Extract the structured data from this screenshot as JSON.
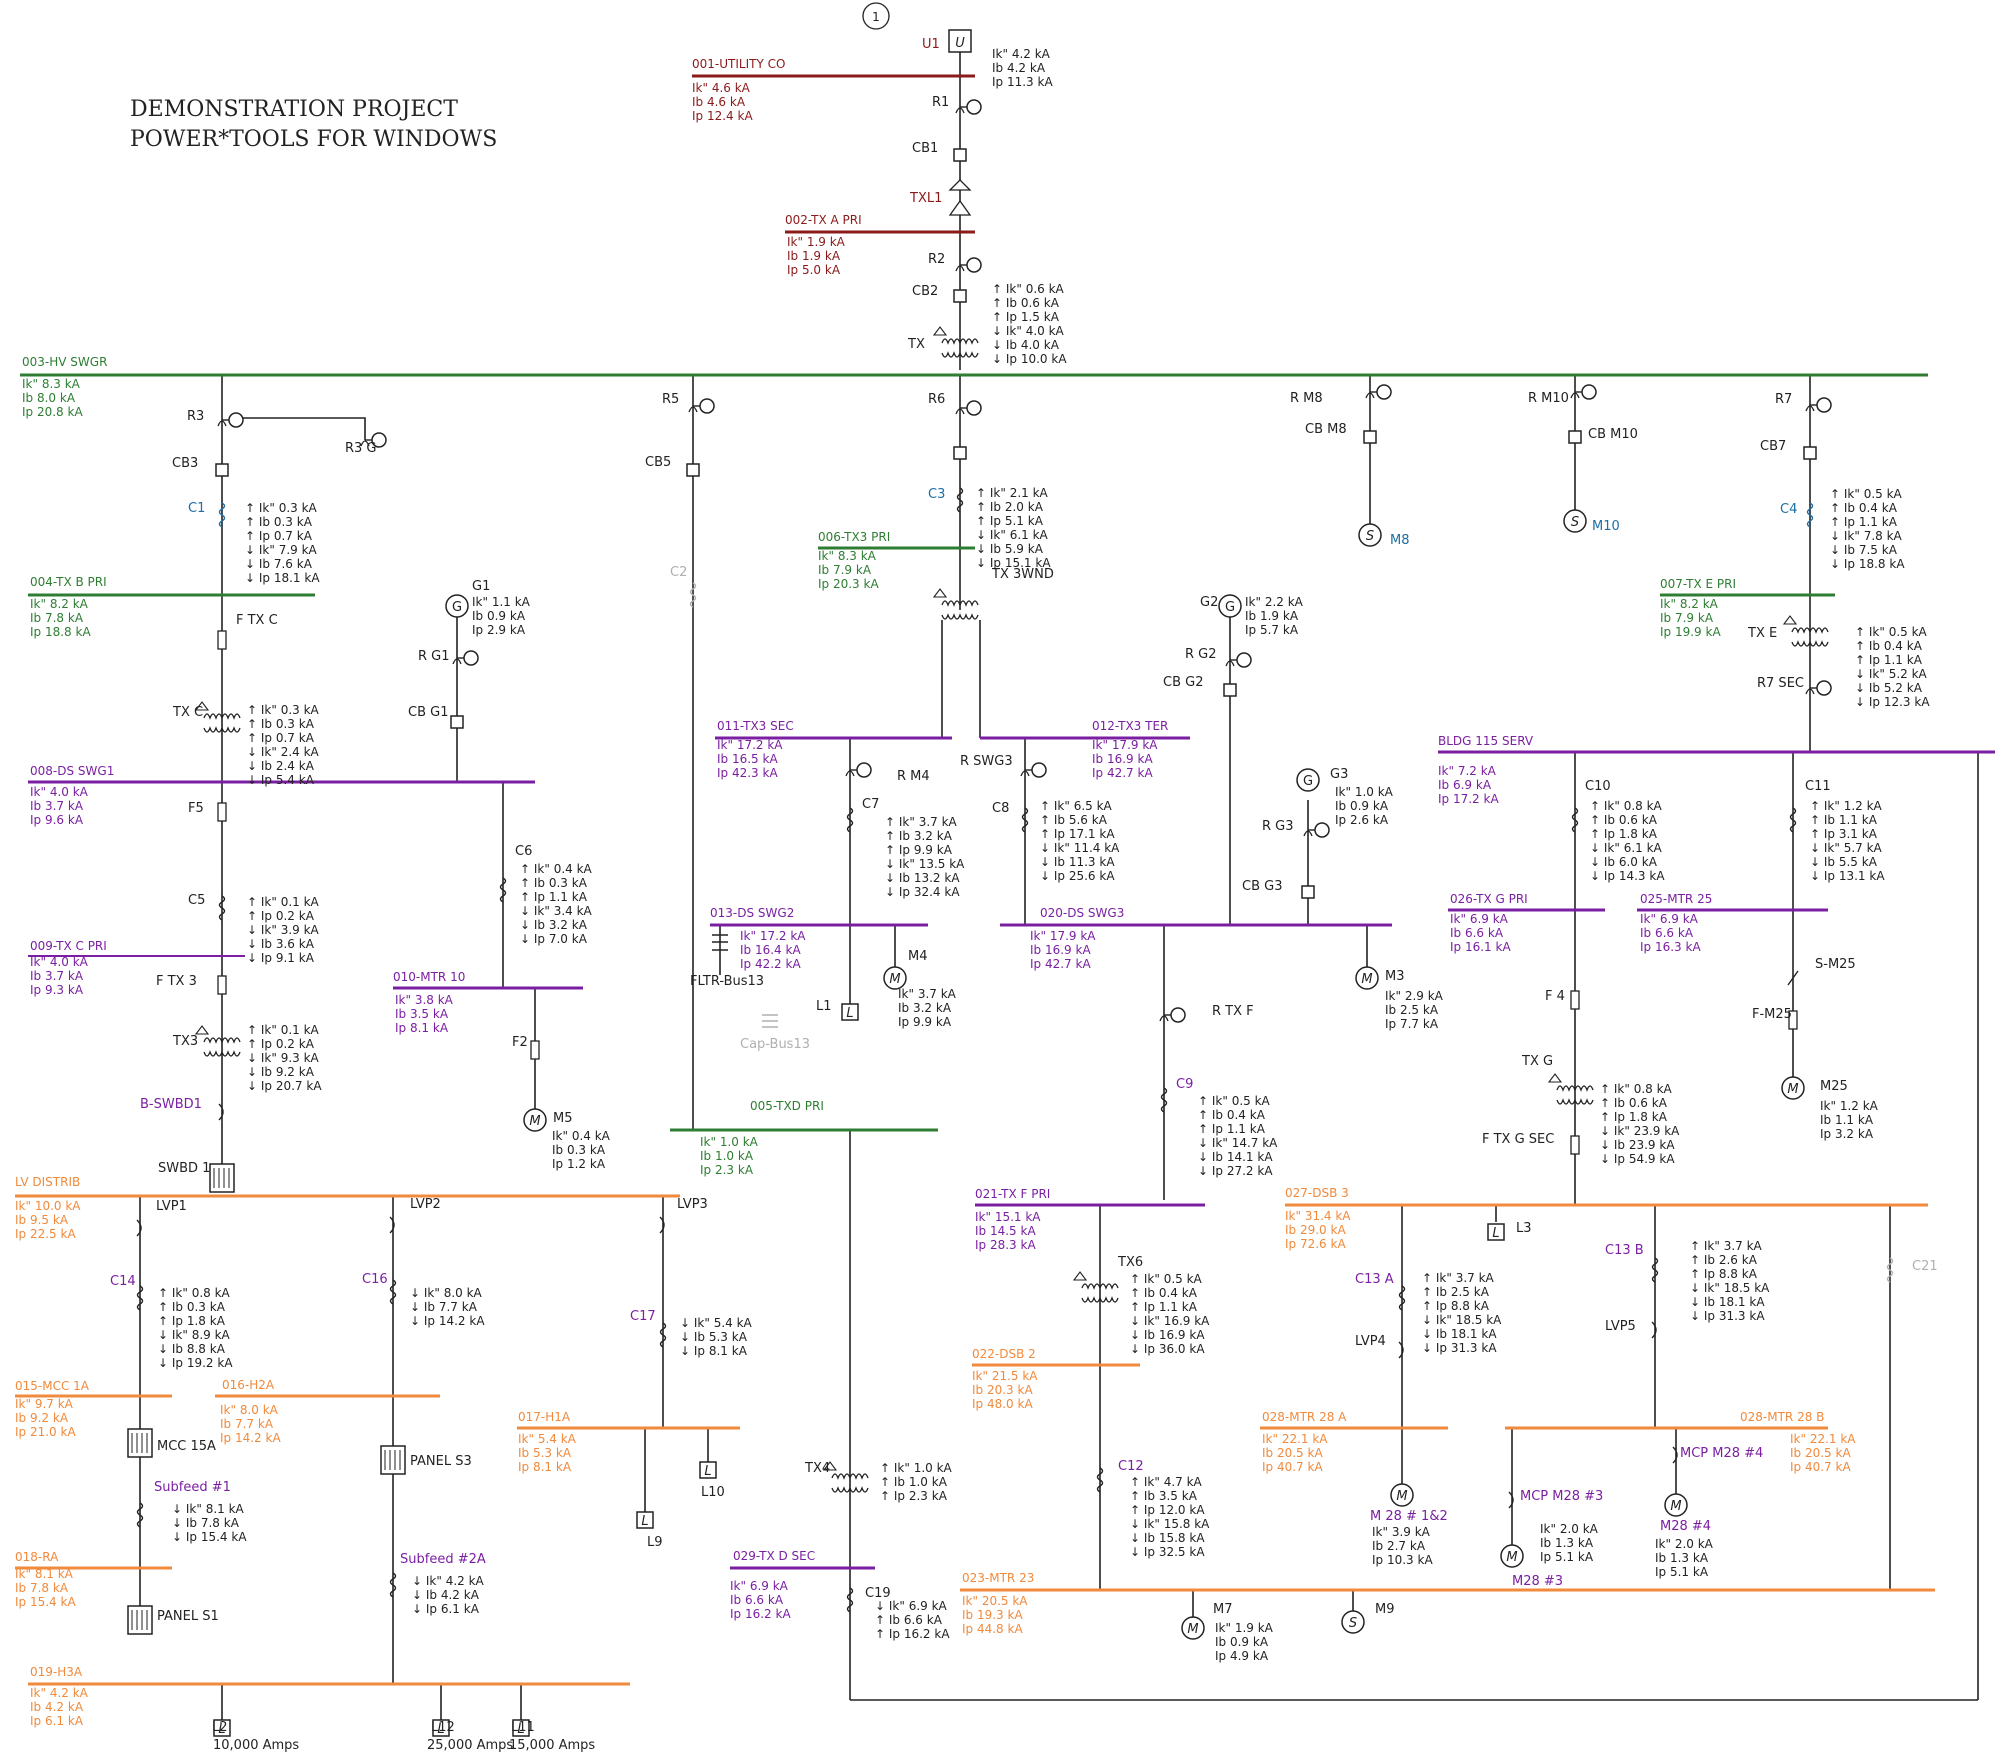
{
  "title_lines": [
    "DEMONSTRATION PROJECT",
    "POWER*TOOLS FOR WINDOWS"
  ],
  "sheet_number": "1",
  "colors": {
    "utility": "#8b1a1a",
    "hv": "#2e7d32",
    "ds": "#7b1fa2",
    "lv": "#f08a3c",
    "black": "#222222",
    "device": "#1c6ea4",
    "grey": "#b0b0b0"
  },
  "buses": [
    {
      "id": "b001",
      "name": "001-UTILITY CO",
      "color": "utility",
      "values": [
        "Ik\" 4.6 kA",
        "Ib 4.6 kA",
        "Ip 12.4 kA"
      ]
    },
    {
      "id": "b002",
      "name": "002-TX A PRI",
      "color": "utility",
      "values": [
        "Ik\" 1.9 kA",
        "Ib 1.9 kA",
        "Ip 5.0 kA"
      ]
    },
    {
      "id": "b003",
      "name": "003-HV SWGR",
      "color": "hv",
      "values": [
        "Ik\" 8.3 kA",
        "Ib 8.0 kA",
        "Ip 20.8 kA"
      ]
    },
    {
      "id": "b004",
      "name": "004-TX B PRI",
      "color": "hv",
      "values": [
        "Ik\" 8.2 kA",
        "Ib 7.8 kA",
        "Ip 18.8 kA"
      ]
    },
    {
      "id": "b005",
      "name": "005-TXD PRI",
      "color": "hv",
      "values": [
        "Ik\" 1.0 kA",
        "Ib 1.0 kA",
        "Ip 2.3 kA"
      ]
    },
    {
      "id": "b006",
      "name": "006-TX3 PRI",
      "color": "hv",
      "values": [
        "Ik\" 8.3 kA",
        "Ib 7.9 kA",
        "Ip 20.3 kA"
      ]
    },
    {
      "id": "b007",
      "name": "007-TX E PRI",
      "color": "hv",
      "values": [
        "Ik\" 8.2 kA",
        "Ib 7.9 kA",
        "Ip 19.9 kA"
      ]
    },
    {
      "id": "b008",
      "name": "008-DS SWG1",
      "color": "ds",
      "values": [
        "Ik\" 4.0 kA",
        "Ib 3.7 kA",
        "Ip 9.6 kA"
      ]
    },
    {
      "id": "b009",
      "name": "009-TX C PRI",
      "color": "ds",
      "values": [
        "Ik\" 4.0 kA",
        "Ib 3.7 kA",
        "Ip 9.3 kA"
      ]
    },
    {
      "id": "b010",
      "name": "010-MTR 10",
      "color": "ds",
      "values": [
        "Ik\" 3.8 kA",
        "Ib 3.5 kA",
        "Ip 8.1 kA"
      ]
    },
    {
      "id": "b011",
      "name": "011-TX3 SEC",
      "color": "ds",
      "values": [
        "Ik\" 17.2 kA",
        "Ib 16.5 kA",
        "Ip 42.3 kA"
      ]
    },
    {
      "id": "b012",
      "name": "012-TX3 TER",
      "color": "ds",
      "values": [
        "Ik\" 17.9 kA",
        "Ib 16.9 kA",
        "Ip 42.7 kA"
      ]
    },
    {
      "id": "b013",
      "name": "013-DS SWG2",
      "color": "ds",
      "values": [
        "Ik\" 17.2 kA",
        "Ib 16.4 kA",
        "Ip 42.2 kA"
      ]
    },
    {
      "id": "b020",
      "name": "020-DS SWG3",
      "color": "ds",
      "values": [
        "Ik\" 17.9 kA",
        "Ib 16.9 kA",
        "Ip 42.7 kA"
      ]
    },
    {
      "id": "b115",
      "name": "BLDG 115 SERV",
      "color": "ds",
      "values": [
        "Ik\" 7.2 kA",
        "Ib 6.9 kA",
        "Ip 17.2 kA"
      ]
    },
    {
      "id": "b026",
      "name": "026-TX G PRI",
      "color": "ds",
      "values": [
        "Ik\" 6.9 kA",
        "Ib 6.6 kA",
        "Ip 16.1 kA"
      ]
    },
    {
      "id": "b025",
      "name": "025-MTR 25",
      "color": "ds",
      "values": [
        "Ik\" 6.9 kA",
        "Ib 6.6 kA",
        "Ip 16.3 kA"
      ]
    },
    {
      "id": "b021",
      "name": "021-TX F PRI",
      "color": "ds",
      "values": [
        "Ik\" 15.1 kA",
        "Ib 14.5 kA",
        "Ip 28.3 kA"
      ]
    },
    {
      "id": "b029",
      "name": "029-TX D SEC",
      "color": "ds",
      "values": [
        "Ik\" 6.9 kA",
        "Ib 6.6 kA",
        "Ip 16.2 kA"
      ]
    },
    {
      "id": "bLV",
      "name": "LV DISTRIB",
      "color": "lv",
      "values": [
        "Ik\" 10.0 kA",
        "Ib 9.5 kA",
        "Ip 22.5 kA"
      ]
    },
    {
      "id": "b015",
      "name": "015-MCC 1A",
      "color": "lv",
      "values": [
        "Ik\" 9.7 kA",
        "Ib 9.2 kA",
        "Ip 21.0 kA"
      ]
    },
    {
      "id": "b016",
      "name": "016-H2A",
      "color": "lv",
      "values": [
        "Ik\" 8.0 kA",
        "Ib 7.7 kA",
        "Ip 14.2 kA"
      ]
    },
    {
      "id": "b017",
      "name": "017-H1A",
      "color": "lv",
      "values": [
        "Ik\" 5.4 kA",
        "Ib 5.3 kA",
        "Ip 8.1 kA"
      ]
    },
    {
      "id": "b018",
      "name": "018-RA",
      "color": "lv",
      "values": [
        "Ik\" 8.1 kA",
        "Ib 7.8 kA",
        "Ip 15.4 kA"
      ]
    },
    {
      "id": "b019",
      "name": "019-H3A",
      "color": "lv",
      "values": [
        "Ik\" 4.2 kA",
        "Ib 4.2 kA",
        "Ip 6.1 kA"
      ]
    },
    {
      "id": "b022",
      "name": "022-DSB 2",
      "color": "lv",
      "values": [
        "Ik\" 21.5 kA",
        "Ib 20.3 kA",
        "Ip 48.0 kA"
      ]
    },
    {
      "id": "b023",
      "name": "023-MTR 23",
      "color": "lv",
      "values": [
        "Ik\" 20.5 kA",
        "Ib 19.3 kA",
        "Ip 44.8 kA"
      ]
    },
    {
      "id": "b027",
      "name": "027-DSB 3",
      "color": "lv",
      "values": [
        "Ik\" 31.4 kA",
        "Ib 29.0 kA",
        "Ip 72.6 kA"
      ]
    },
    {
      "id": "b028a",
      "name": "028-MTR 28 A",
      "color": "lv",
      "values": [
        "Ik\" 22.1 kA",
        "Ib 20.5 kA",
        "Ip 40.7 kA"
      ]
    },
    {
      "id": "b028b",
      "name": "028-MTR 28 B",
      "color": "lv",
      "values": [
        "Ik\" 22.1 kA",
        "Ib 20.5 kA",
        "Ip 40.7 kA"
      ]
    }
  ],
  "results": [
    {
      "id": "rU1",
      "values": [
        "Ik\" 4.2 kA",
        "Ib 4.2 kA",
        "Ip 11.3 kA"
      ]
    },
    {
      "id": "rCB2",
      "values": [
        "↑ Ik\" 0.6 kA",
        "↑ Ib 0.6 kA",
        "↑ Ip 1.5 kA",
        "↓ Ik\" 4.0 kA",
        "↓ Ib 4.0 kA",
        "↓ Ip 10.0 kA"
      ]
    },
    {
      "id": "rC1",
      "values": [
        "↑ Ik\" 0.3 kA",
        "↑ Ib 0.3 kA",
        "↑ Ip 0.7 kA",
        "↓ Ik\" 7.9 kA",
        "↓ Ib 7.6 kA",
        "↓ Ip 18.1 kA"
      ]
    },
    {
      "id": "rTXC",
      "values": [
        "↑ Ik\" 0.3 kA",
        "↑ Ib 0.3 kA",
        "↑ Ip 0.7 kA",
        "↓ Ik\" 2.4 kA",
        "↓ Ib 2.4 kA",
        "↓ Ip 5.4 kA"
      ]
    },
    {
      "id": "rC5",
      "values": [
        "↑ Ik\" 0.1 kA",
        "↑ Ip 0.2 kA",
        "↓ Ik\" 3.9 kA",
        "↓ Ib 3.6 kA",
        "↓ Ip 9.1 kA"
      ]
    },
    {
      "id": "rTX3",
      "values": [
        "↑ Ik\" 0.1 kA",
        "↑ Ip 0.2 kA",
        "↓ Ik\" 9.3 kA",
        "↓ Ib 9.2 kA",
        "↓ Ip 20.7 kA"
      ]
    },
    {
      "id": "rG1",
      "values": [
        "Ik\" 1.1 kA",
        "Ib 0.9 kA",
        "Ip 2.9 kA"
      ]
    },
    {
      "id": "rC6",
      "values": [
        "↑ Ik\" 0.4 kA",
        "↑ Ib 0.3 kA",
        "↑ Ip 1.1 kA",
        "↓ Ik\" 3.4 kA",
        "↓ Ib 3.2 kA",
        "↓ Ip 7.0 kA"
      ]
    },
    {
      "id": "rM5",
      "values": [
        "Ik\" 0.4 kA",
        "Ib 0.3 kA",
        "Ip 1.2 kA"
      ]
    },
    {
      "id": "rC3",
      "values": [
        "↑ Ik\" 2.1 kA",
        "↑ Ib 2.0 kA",
        "↑ Ip 5.1 kA",
        "↓ Ik\" 6.1 kA",
        "↓ Ib 5.9 kA",
        "↓ Ip 15.1 kA"
      ]
    },
    {
      "id": "rC7",
      "values": [
        "↑ Ik\" 3.7 kA",
        "↑ Ib 3.2 kA",
        "↑ Ip 9.9 kA",
        "↓ Ik\" 13.5 kA",
        "↓ Ib 13.2 kA",
        "↓ Ip 32.4 kA"
      ]
    },
    {
      "id": "rM4",
      "values": [
        "Ik\" 3.7 kA",
        "Ib 3.2 kA",
        "Ip 9.9 kA"
      ]
    },
    {
      "id": "rC8",
      "values": [
        "↑ Ik\" 6.5 kA",
        "↑ Ib 5.6 kA",
        "↑ Ip 17.1 kA",
        "↓ Ik\" 11.4 kA",
        "↓ Ib 11.3 kA",
        "↓ Ip 25.6 kA"
      ]
    },
    {
      "id": "rG2",
      "values": [
        "Ik\" 2.2 kA",
        "Ib 1.9 kA",
        "Ip 5.7 kA"
      ]
    },
    {
      "id": "rG3",
      "values": [
        "Ik\" 1.0 kA",
        "Ib 0.9 kA",
        "Ip 2.6 kA"
      ]
    },
    {
      "id": "rM3",
      "values": [
        "Ik\" 2.9 kA",
        "Ib 2.5 kA",
        "Ip 7.7 kA"
      ]
    },
    {
      "id": "rC4",
      "values": [
        "↑ Ik\" 0.5 kA",
        "↑ Ib 0.4 kA",
        "↑ Ip 1.1 kA",
        "↓ Ik\" 7.8 kA",
        "↓ Ib 7.5 kA",
        "↓ Ip 18.8 kA"
      ]
    },
    {
      "id": "rTXE",
      "values": [
        "↑ Ik\" 0.5 kA",
        "↑ Ib 0.4 kA",
        "↑ Ip 1.1 kA",
        "↓ Ik\" 5.2 kA",
        "↓ Ib 5.2 kA",
        "↓ Ip 12.3 kA"
      ]
    },
    {
      "id": "rC10",
      "values": [
        "↑ Ik\" 0.8 kA",
        "↑ Ib 0.6 kA",
        "↑ Ip 1.8 kA",
        "↓ Ik\" 6.1 kA",
        "↓ Ib 6.0 kA",
        "↓ Ip 14.3 kA"
      ]
    },
    {
      "id": "rC11",
      "values": [
        "↑ Ik\" 1.2 kA",
        "↑ Ib 1.1 kA",
        "↑ Ip 3.1 kA",
        "↓ Ik\" 5.7 kA",
        "↓ Ib 5.5 kA",
        "↓ Ip 13.1 kA"
      ]
    },
    {
      "id": "rTXG",
      "values": [
        "↑ Ik\" 0.8 kA",
        "↑ Ib 0.6 kA",
        "↑ Ip 1.8 kA",
        "↓ Ik\" 23.9 kA",
        "↓ Ib 23.9 kA",
        "↓ Ip 54.9 kA"
      ]
    },
    {
      "id": "rM25",
      "values": [
        "Ik\" 1.2 kA",
        "Ib 1.1 kA",
        "Ip 3.2 kA"
      ]
    },
    {
      "id": "rC9",
      "values": [
        "↑ Ik\" 0.5 kA",
        "↑ Ib 0.4 kA",
        "↑ Ip 1.1 kA",
        "↓ Ik\" 14.7 kA",
        "↓ Ib 14.1 kA",
        "↓ Ip 27.2 kA"
      ]
    },
    {
      "id": "rTX6",
      "values": [
        "↑ Ik\" 0.5 kA",
        "↑ Ib 0.4 kA",
        "↑ Ip 1.1 kA",
        "↓ Ik\" 16.9 kA",
        "↓ Ib 16.9 kA",
        "↓ Ip 36.0 kA"
      ]
    },
    {
      "id": "rC13A",
      "values": [
        "↑ Ik\" 3.7 kA",
        "↑ Ib 2.5 kA",
        "↑ Ip 8.8 kA",
        "↓ Ik\" 18.5 kA",
        "↓ Ib 18.1 kA",
        "↓ Ip 31.3 kA"
      ]
    },
    {
      "id": "rC13B",
      "values": [
        "↑ Ik\" 3.7 kA",
        "↑ Ib 2.6 kA",
        "↑ Ip 8.8 kA",
        "↓ Ik\" 18.5 kA",
        "↓ Ib 18.1 kA",
        "↓ Ip 31.3 kA"
      ]
    },
    {
      "id": "rC14",
      "values": [
        "↑ Ik\" 0.8 kA",
        "↑ Ib 0.3 kA",
        "↑ Ip 1.8 kA",
        "↓ Ik\" 8.9 kA",
        "↓ Ib 8.8 kA",
        "↓ Ip 19.2 kA"
      ]
    },
    {
      "id": "rC16",
      "values": [
        "↓ Ik\" 8.0 kA",
        "↓ Ib 7.7 kA",
        "↓ Ip 14.2 kA"
      ]
    },
    {
      "id": "rC17",
      "values": [
        "↓ Ik\" 5.4 kA",
        "↓ Ib 5.3 kA",
        "↓ Ip 8.1 kA"
      ]
    },
    {
      "id": "rSub1",
      "values": [
        "↓ Ik\" 8.1 kA",
        "↓ Ib 7.8 kA",
        "↓ Ip 15.4 kA"
      ]
    },
    {
      "id": "rSub2",
      "values": [
        "↓ Ik\" 4.2 kA",
        "↓ Ib 4.2 kA",
        "↓ Ip 6.1 kA"
      ]
    },
    {
      "id": "rTX4",
      "values": [
        "↑ Ik\" 1.0 kA",
        "↑ Ib 1.0 kA",
        "↑ Ip 2.3 kA"
      ]
    },
    {
      "id": "rC19",
      "values": [
        "↓ Ik\" 6.9 kA",
        "↑ Ib 6.6 kA",
        "↑ Ip 16.2 kA"
      ]
    },
    {
      "id": "rC12",
      "values": [
        "↑ Ik\" 4.7 kA",
        "↑ Ib 3.5 kA",
        "↑ Ip 12.0 kA",
        "↓ Ik\" 15.8 kA",
        "↓ Ib 15.8 kA",
        "↓ Ip 32.5 kA"
      ]
    },
    {
      "id": "rM7",
      "values": [
        "Ik\" 1.9 kA",
        "Ib 0.9 kA",
        "Ip 4.9 kA"
      ]
    },
    {
      "id": "rM28",
      "values": [
        "Ik\" 3.9 kA",
        "Ib 2.7 kA",
        "Ip 10.3 kA"
      ]
    },
    {
      "id": "rMCP3",
      "values": [
        "Ik\" 2.0 kA",
        "Ib 1.3 kA",
        "Ip 5.1 kA"
      ]
    },
    {
      "id": "rM28_4",
      "values": [
        "Ik\" 2.0 kA",
        "Ib 1.3 kA",
        "Ip 5.1 kA"
      ]
    }
  ],
  "labels": [
    {
      "id": "U1",
      "text": "U1"
    },
    {
      "id": "R1",
      "text": "R1"
    },
    {
      "id": "CB1",
      "text": "CB1"
    },
    {
      "id": "TXL1",
      "text": "TXL1"
    },
    {
      "id": "R2",
      "text": "R2"
    },
    {
      "id": "CB2",
      "text": "CB2"
    },
    {
      "id": "TX",
      "text": "TX"
    },
    {
      "id": "R3",
      "text": "R3"
    },
    {
      "id": "R3G",
      "text": "R3 G"
    },
    {
      "id": "CB3",
      "text": "CB3"
    },
    {
      "id": "C1",
      "text": "C1"
    },
    {
      "id": "FTXC",
      "text": "F TX C"
    },
    {
      "id": "TXC",
      "text": "TX C"
    },
    {
      "id": "F5",
      "text": "F5"
    },
    {
      "id": "C5",
      "text": "C5"
    },
    {
      "id": "FTX3",
      "text": "F TX 3"
    },
    {
      "id": "TX3",
      "text": "TX3"
    },
    {
      "id": "BSWBD1",
      "text": "B-SWBD1"
    },
    {
      "id": "SWBD1",
      "text": "SWBD 1"
    },
    {
      "id": "G1",
      "text": "G1"
    },
    {
      "id": "RG1",
      "text": "R G1"
    },
    {
      "id": "CBG1",
      "text": "CB G1"
    },
    {
      "id": "C6",
      "text": "C6"
    },
    {
      "id": "F2",
      "text": "F2"
    },
    {
      "id": "M5",
      "text": "M5"
    },
    {
      "id": "R5",
      "text": "R5"
    },
    {
      "id": "CB5",
      "text": "CB5"
    },
    {
      "id": "C2",
      "text": "C2"
    },
    {
      "id": "R6",
      "text": "R6"
    },
    {
      "id": "C3",
      "text": "C3"
    },
    {
      "id": "TX3WND",
      "text": "TX 3WND"
    },
    {
      "id": "RM4",
      "text": "R M4"
    },
    {
      "id": "C7",
      "text": "C7"
    },
    {
      "id": "M4",
      "text": "M4"
    },
    {
      "id": "L1",
      "text": "L1"
    },
    {
      "id": "FLTR",
      "text": "FLTR-Bus13"
    },
    {
      "id": "CAP",
      "text": "Cap-Bus13"
    },
    {
      "id": "RSWG3",
      "text": "R SWG3"
    },
    {
      "id": "C8",
      "text": "C8"
    },
    {
      "id": "RM8",
      "text": "R M8"
    },
    {
      "id": "CBM8",
      "text": "CB M8"
    },
    {
      "id": "M8",
      "text": "M8"
    },
    {
      "id": "RM10",
      "text": "R M10"
    },
    {
      "id": "CBM10",
      "text": "CB M10"
    },
    {
      "id": "M10",
      "text": "M10"
    },
    {
      "id": "G2",
      "text": "G2"
    },
    {
      "id": "RG2",
      "text": "R G2"
    },
    {
      "id": "CBG2",
      "text": "CB G2"
    },
    {
      "id": "G3",
      "text": "G3"
    },
    {
      "id": "RG3",
      "text": "R G3"
    },
    {
      "id": "CBG3",
      "text": "CB G3"
    },
    {
      "id": "M3",
      "text": "M3"
    },
    {
      "id": "R7",
      "text": "R7"
    },
    {
      "id": "CB7",
      "text": "CB7"
    },
    {
      "id": "C4",
      "text": "C4"
    },
    {
      "id": "TXE",
      "text": "TX E"
    },
    {
      "id": "R7SEC",
      "text": "R7 SEC"
    },
    {
      "id": "C10",
      "text": "C10"
    },
    {
      "id": "C11",
      "text": "C11"
    },
    {
      "id": "F4",
      "text": "F 4"
    },
    {
      "id": "TXG",
      "text": "TX G"
    },
    {
      "id": "FTXGSEC",
      "text": "F TX G SEC"
    },
    {
      "id": "SM25",
      "text": "S-M25"
    },
    {
      "id": "FM25",
      "text": "F-M25"
    },
    {
      "id": "M25",
      "text": "M25"
    },
    {
      "id": "RTXF",
      "text": "R TX F"
    },
    {
      "id": "C9",
      "text": "C9"
    },
    {
      "id": "TX6",
      "text": "TX6"
    },
    {
      "id": "L3",
      "text": "L3"
    },
    {
      "id": "C13A",
      "text": "C13 A"
    },
    {
      "id": "LVP4",
      "text": "LVP4"
    },
    {
      "id": "C13B",
      "text": "C13 B"
    },
    {
      "id": "LVP5",
      "text": "LVP5"
    },
    {
      "id": "C21",
      "text": "C21"
    },
    {
      "id": "M28",
      "text": "M 28 # 1&2"
    },
    {
      "id": "MCP3",
      "text": "MCP M28 #3"
    },
    {
      "id": "MCP4",
      "text": "MCP M28 #4"
    },
    {
      "id": "M28_3",
      "text": "M28 #3"
    },
    {
      "id": "M28_4",
      "text": "M28 #4"
    },
    {
      "id": "LVP1",
      "text": "LVP1"
    },
    {
      "id": "LVP2",
      "text": "LVP2"
    },
    {
      "id": "LVP3",
      "text": "LVP3"
    },
    {
      "id": "C14",
      "text": "C14"
    },
    {
      "id": "C16",
      "text": "C16"
    },
    {
      "id": "C17",
      "text": "C17"
    },
    {
      "id": "MCC15A",
      "text": "MCC 15A"
    },
    {
      "id": "PANELS3",
      "text": "PANEL S3"
    },
    {
      "id": "PANELS1",
      "text": "PANEL S1"
    },
    {
      "id": "SUB1",
      "text": "Subfeed #1"
    },
    {
      "id": "SUB2",
      "text": "Subfeed #2A"
    },
    {
      "id": "L9",
      "text": "L9"
    },
    {
      "id": "L10",
      "text": "L10"
    },
    {
      "id": "L2",
      "text": "L2"
    },
    {
      "id": "L12",
      "text": "L12"
    },
    {
      "id": "L11",
      "text": "L11"
    },
    {
      "id": "A10",
      "text": "10,000 Amps"
    },
    {
      "id": "A25",
      "text": "25,000 Amps"
    },
    {
      "id": "A15",
      "text": "15,000 Amps"
    },
    {
      "id": "TX4",
      "text": "TX4"
    },
    {
      "id": "C19",
      "text": "C19"
    },
    {
      "id": "C12",
      "text": "C12"
    },
    {
      "id": "M7",
      "text": "M7"
    },
    {
      "id": "M9",
      "text": "M9"
    }
  ]
}
